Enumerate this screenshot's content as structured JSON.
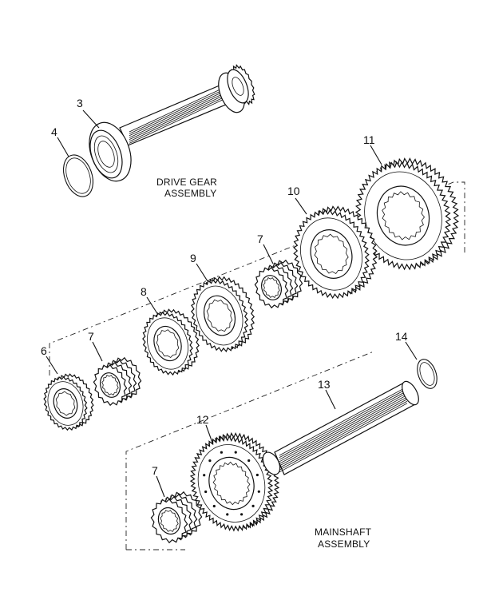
{
  "captions": {
    "drive_gear_line1": "DRIVE GEAR",
    "drive_gear_line2": "ASSEMBLY",
    "mainshaft_line1": "MAINSHAFT",
    "mainshaft_line2": "ASSEMBLY"
  },
  "callouts": {
    "c3": "3",
    "c4": "4",
    "c11": "11",
    "c10": "10",
    "c7a": "7",
    "c9": "9",
    "c8": "8",
    "c7b": "7",
    "c6": "6",
    "c14": "14",
    "c13": "13",
    "c12": "12",
    "c7c": "7"
  }
}
